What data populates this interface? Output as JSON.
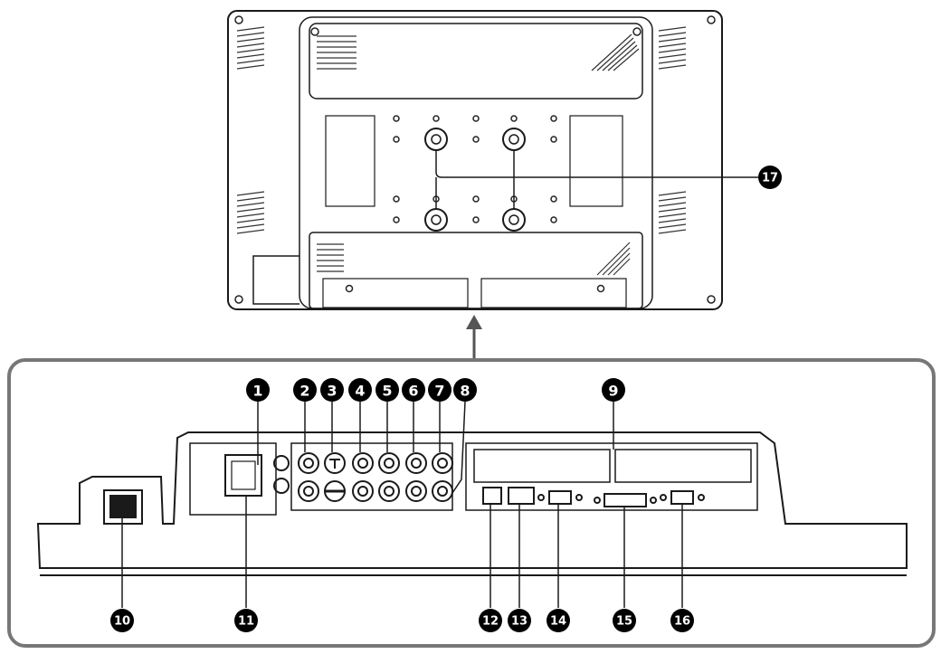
{
  "callouts": [
    {
      "id": "c1",
      "label": "1"
    },
    {
      "id": "c2",
      "label": "2"
    },
    {
      "id": "c3",
      "label": "3"
    },
    {
      "id": "c4",
      "label": "4"
    },
    {
      "id": "c5",
      "label": "5"
    },
    {
      "id": "c6",
      "label": "6"
    },
    {
      "id": "c7",
      "label": "7"
    },
    {
      "id": "c8",
      "label": "8"
    },
    {
      "id": "c9",
      "label": "9"
    },
    {
      "id": "c10",
      "label": "10"
    },
    {
      "id": "c11",
      "label": "11"
    },
    {
      "id": "c12",
      "label": "12"
    },
    {
      "id": "c13",
      "label": "13"
    },
    {
      "id": "c14",
      "label": "14"
    },
    {
      "id": "c15",
      "label": "15"
    },
    {
      "id": "c16",
      "label": "16"
    },
    {
      "id": "c17",
      "label": "17"
    }
  ],
  "colors": {
    "ink": "#1a1a1a",
    "frame": "#555555",
    "badge": "#000000",
    "panel": "#ffffff"
  }
}
